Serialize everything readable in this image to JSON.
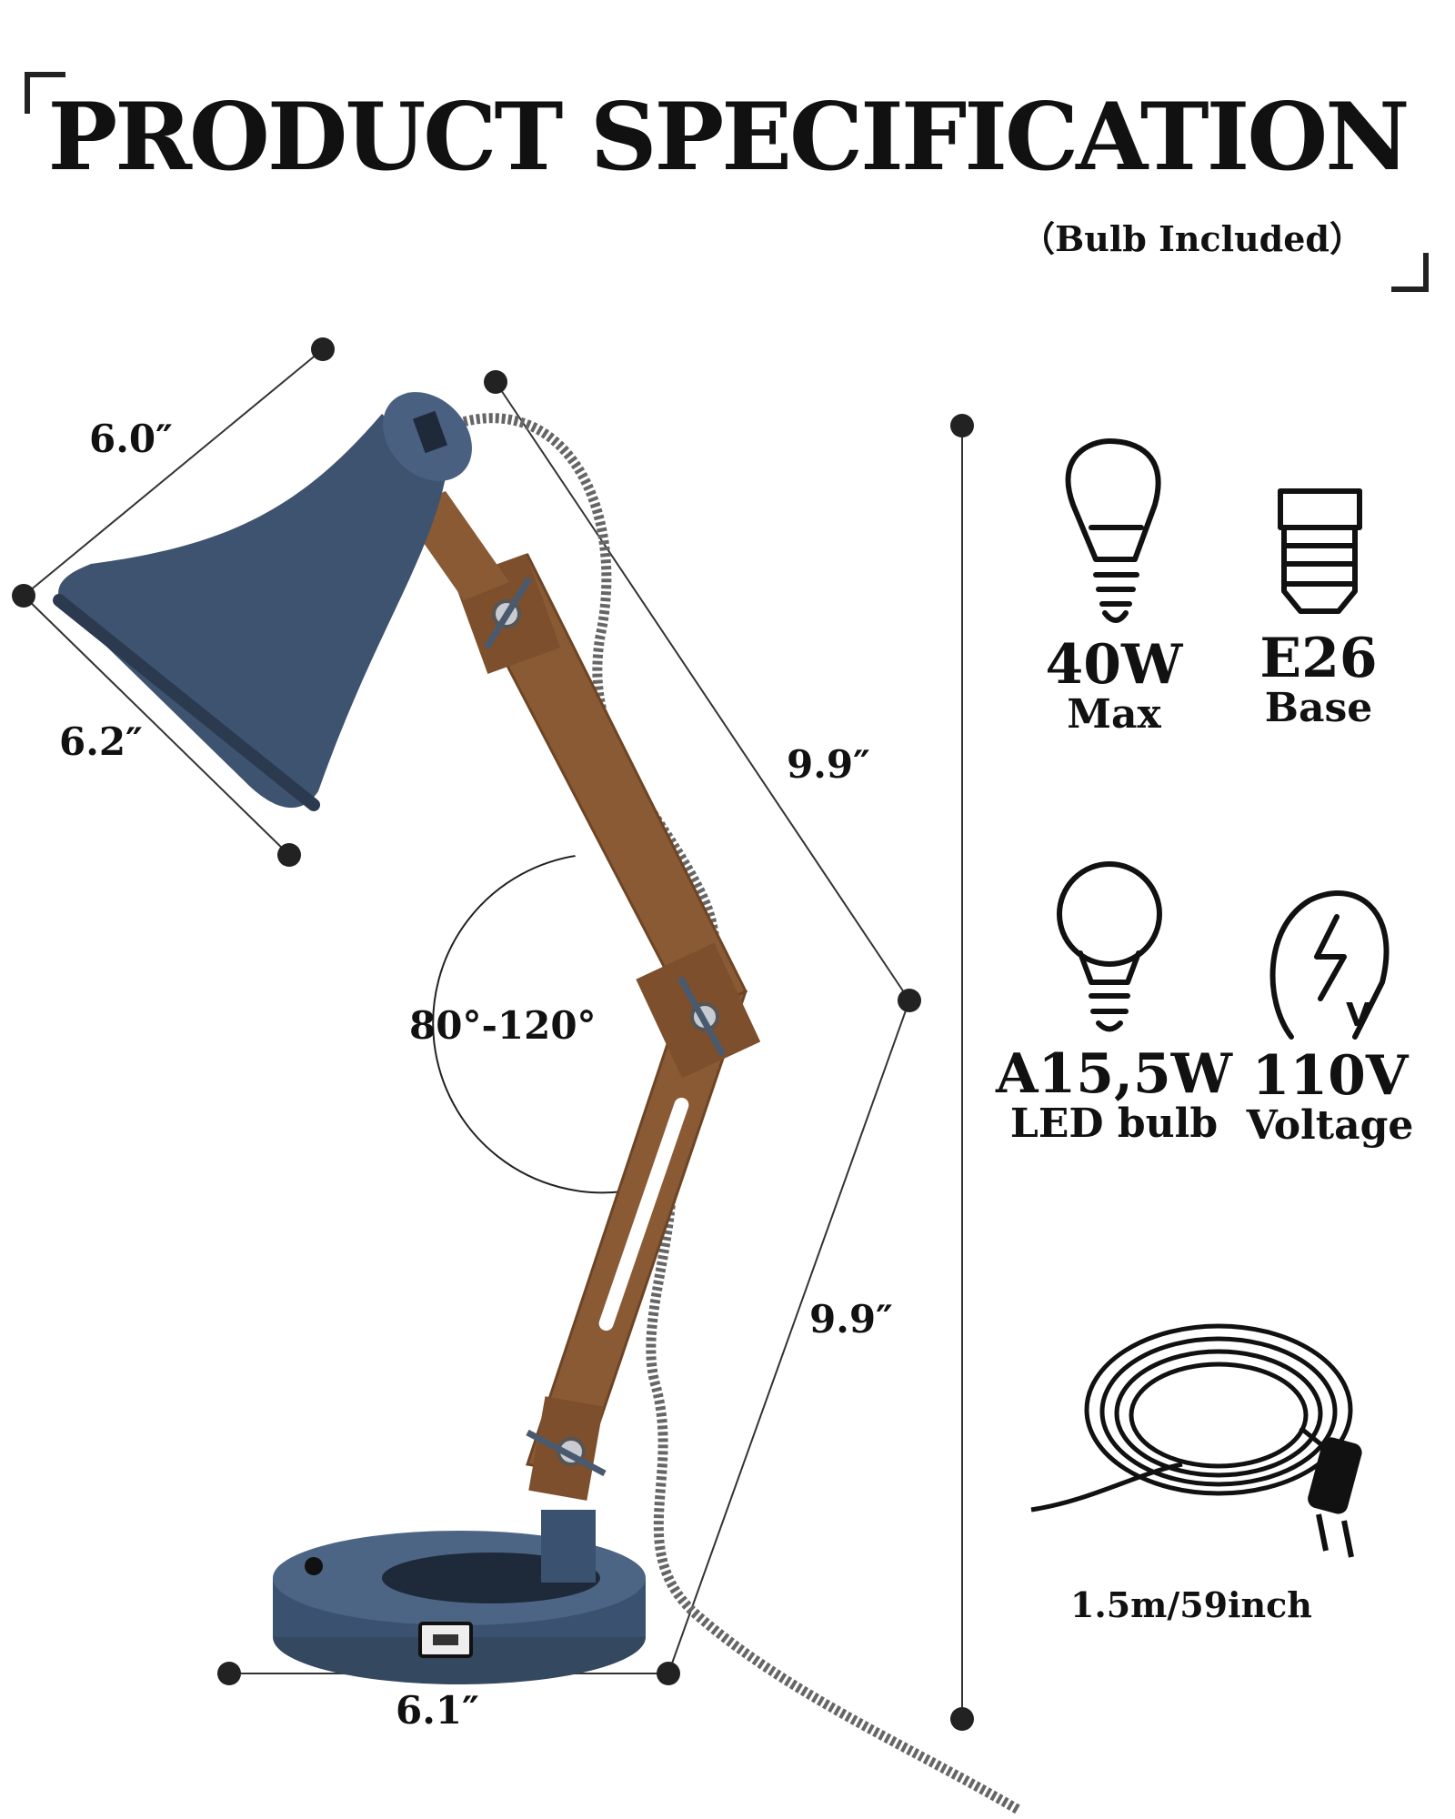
{
  "header": {
    "title": "PRODUCT SPECIFICATION",
    "subtitle": "（Bulb Included）"
  },
  "dimensions": {
    "shade_depth": "6.0″",
    "shade_diameter": "6.2″",
    "upper_arm": "9.9″",
    "lower_arm": "9.9″",
    "base_diameter": "6.1″",
    "angle_range": "80°-120°"
  },
  "specs": [
    {
      "value": "40W",
      "label": "Max",
      "icon": "bulb-icon"
    },
    {
      "value": "E26",
      "label": "Base",
      "icon": "socket-base-icon"
    },
    {
      "value": "A15,5W",
      "label": "LED bulb",
      "icon": "led-bulb-icon"
    },
    {
      "value": "110V",
      "label": "Voltage",
      "icon": "voltage-icon"
    }
  ],
  "cord": {
    "length": "1.5m/59inch",
    "icon": "power-cord-icon"
  },
  "colors": {
    "shade_blue": "#3e5370",
    "wood": "#8a5a34",
    "text": "#111111"
  }
}
